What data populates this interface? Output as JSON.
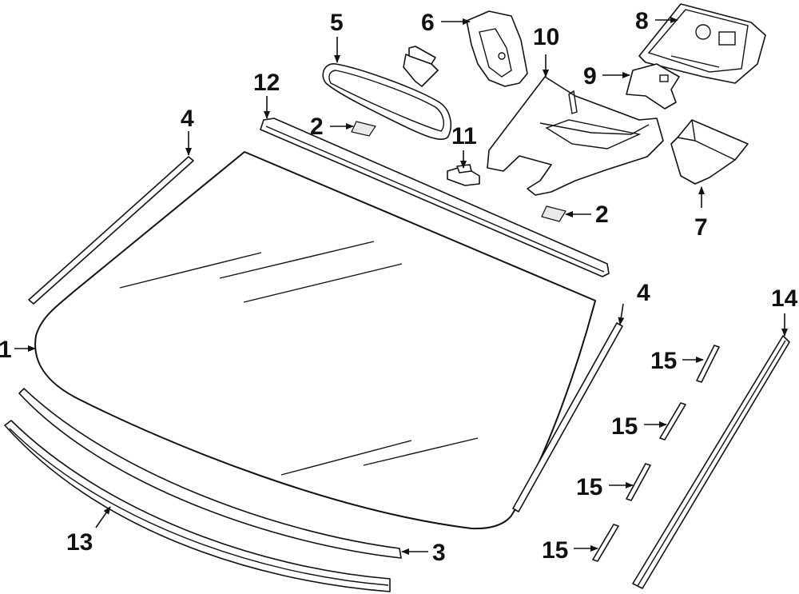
{
  "callouts": {
    "c1": "1",
    "c2a": "2",
    "c2b": "2",
    "c3": "3",
    "c4a": "4",
    "c4b": "4",
    "c5": "5",
    "c6": "6",
    "c7": "7",
    "c8": "8",
    "c9": "9",
    "c10": "10",
    "c11": "11",
    "c12": "12",
    "c13": "13",
    "c14": "14",
    "c15a": "15",
    "c15b": "15",
    "c15c": "15",
    "c15d": "15"
  },
  "colors": {
    "line": "#111111",
    "background": "#ffffff"
  }
}
